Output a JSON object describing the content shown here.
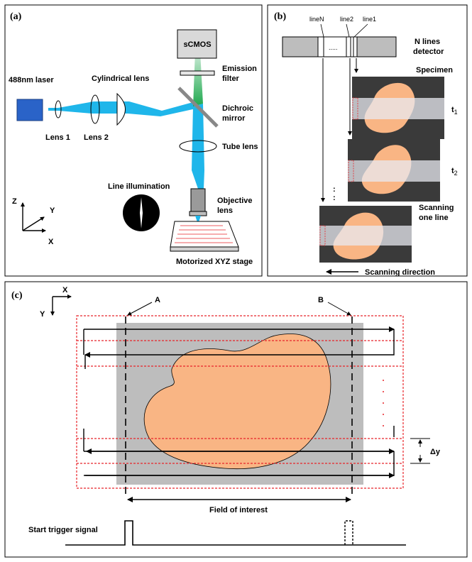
{
  "panel_a": {
    "label": "(a)",
    "camera": "sCMOS",
    "laser": "488nm laser",
    "cylindrical_lens": "Cylindrical lens",
    "lens1": "Lens 1",
    "lens2": "Lens 2",
    "emission_filter_1": "Emission",
    "emission_filter_2": "filter",
    "dichroic_1": "Dichroic",
    "dichroic_2": "mirror",
    "tube_lens": "Tube lens",
    "line_illumination": "Line illumination",
    "objective_1": "Objective",
    "objective_2": "lens",
    "stage": "Motorized XYZ stage",
    "axis_z": "Z",
    "axis_y": "Y",
    "axis_x": "X"
  },
  "panel_b": {
    "label": "(b)",
    "lineN": "lineN",
    "line2": "line2",
    "line1": "line1",
    "dots": ".....",
    "detector_1": "N lines",
    "detector_2": "detector",
    "specimen": "Specimen",
    "t1": "t",
    "t1_sub": "1",
    "t2": "t",
    "t2_sub": "2",
    "scanning_1": "Scanning",
    "scanning_2": "one line",
    "vdots": ": ",
    "direction": "Scanning direction"
  },
  "panel_c": {
    "label": "(c)",
    "axis_x": "X",
    "axis_y": "Y",
    "point_a": "A",
    "point_b": "B",
    "delta_y": "Δy",
    "field": "Field of interest",
    "trigger": "Start trigger signal"
  },
  "colors": {
    "beam": "#1fb6ea",
    "laser_box": "#2a63c8",
    "specimen": "#f9b584",
    "dark_bg": "#3a3a3a",
    "gray": "#bdbdbd",
    "red_dash": "#e8242a",
    "emission": "#1ea84e"
  }
}
